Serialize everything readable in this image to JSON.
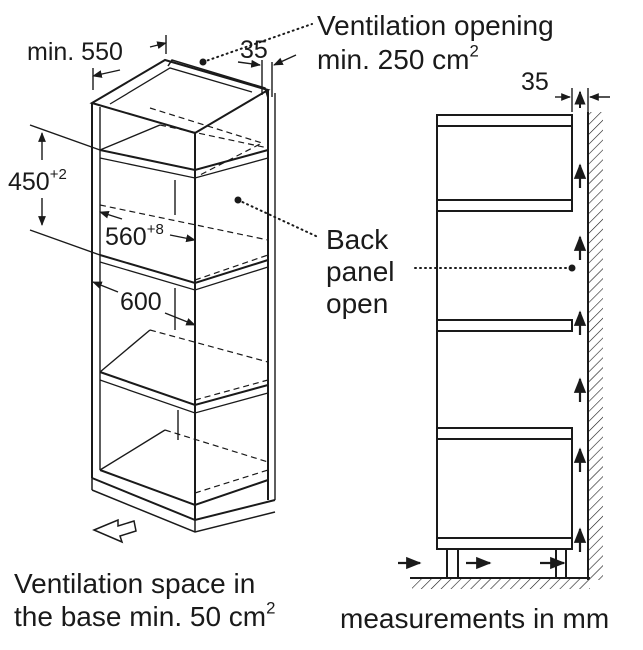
{
  "left_figure": {
    "dim_min_550": "min. 550",
    "dim_35_top": "35",
    "ventilation_opening": {
      "line1": "Ventilation opening",
      "line2_base": "min. 250 cm",
      "line2_sup": "2"
    },
    "dim_450": {
      "base": "450",
      "sup": "+2"
    },
    "dim_560": {
      "base": "560",
      "sup": "+8"
    },
    "dim_600": "600",
    "back_panel": {
      "line1": "Back",
      "line2": "panel",
      "line3": "open"
    },
    "ventilation_space": {
      "line1": "Ventilation space in",
      "line2_base": "the base min. 50 cm",
      "line2_sup": "2"
    }
  },
  "right_figure": {
    "dim_35_right": "35",
    "measurements_note": "measurements in mm"
  },
  "colors": {
    "line": "#1a1a1a",
    "background": "#ffffff"
  }
}
